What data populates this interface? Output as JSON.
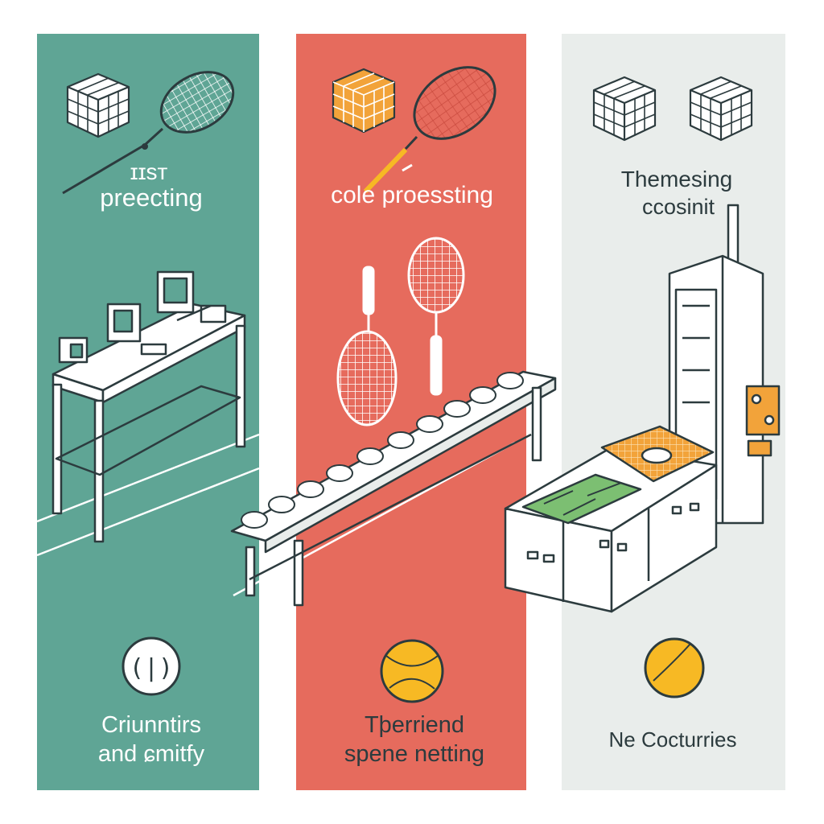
{
  "colors": {
    "panel_1": "#5fa595",
    "panel_2": "#e66b5d",
    "panel_3": "#e9edeb",
    "accent_orange": "#f2a33a",
    "accent_yellow": "#f7b924",
    "ink": "#2c3b3e"
  },
  "panels": [
    {
      "title_line_1": "ɪɪsт",
      "title_line_2": "preecting",
      "bottom_line_1": "Criunntirs",
      "bottom_line_2": "and ɕmitfy",
      "icons": [
        "cube-icon",
        "racket-icon",
        "circle-logo-icon"
      ]
    },
    {
      "title": "cole proessting",
      "bottom_line_1": "Tþerriend",
      "bottom_line_2": "spene netting",
      "icons": [
        "cube-icon",
        "racket-icon",
        "ball-icon"
      ]
    },
    {
      "title_line_1": "Themesing",
      "title_line_2": "ccosinit",
      "bottom": "Ne Cocturries",
      "icons": [
        "cube-icon",
        "cube-icon",
        "ball-icon"
      ]
    }
  ]
}
